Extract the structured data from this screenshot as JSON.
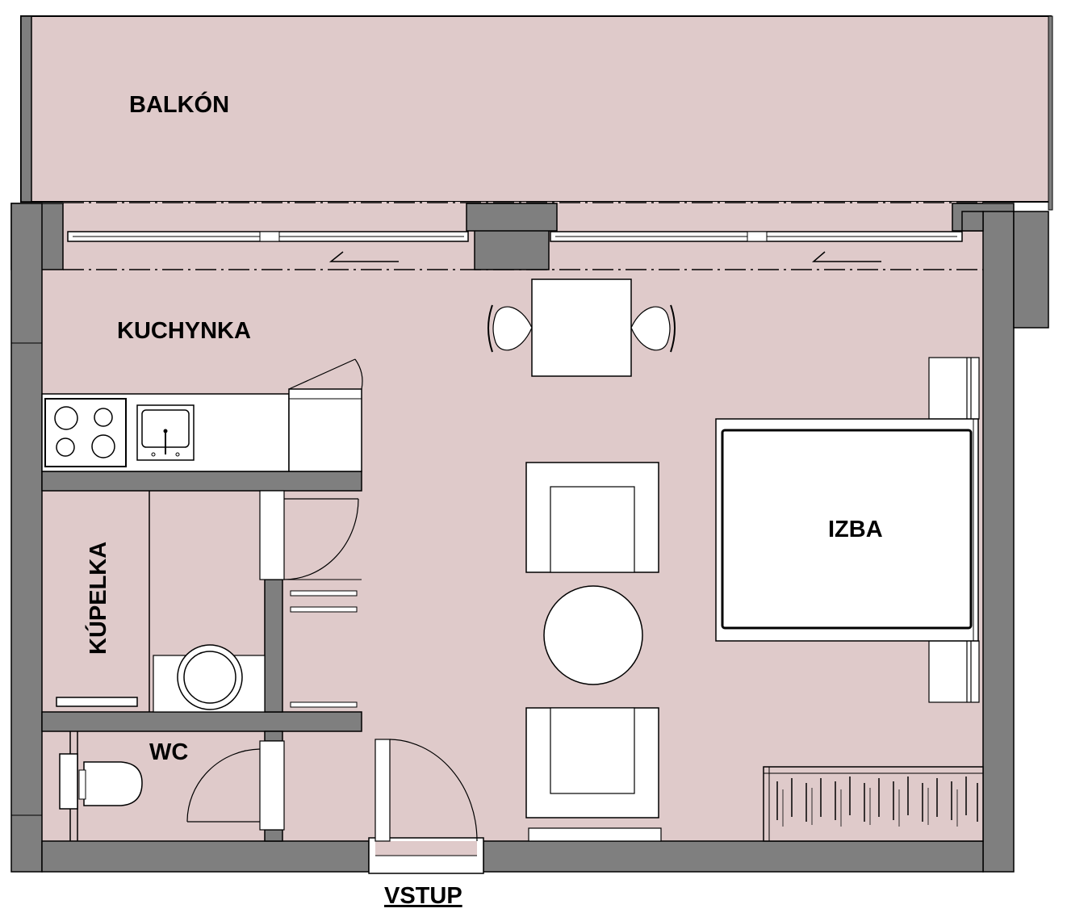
{
  "rooms": {
    "balcony": "BALKÓN",
    "kitchenette": "KUCHYNKA",
    "bathroom": "KÚPELKA",
    "wc": "WC",
    "room": "IZBA",
    "entrance": "VSTUP"
  },
  "colors": {
    "floor": "#dfcaca",
    "wall": "#7f7f7f",
    "line": "#000000",
    "furniture": "#ffffff"
  }
}
